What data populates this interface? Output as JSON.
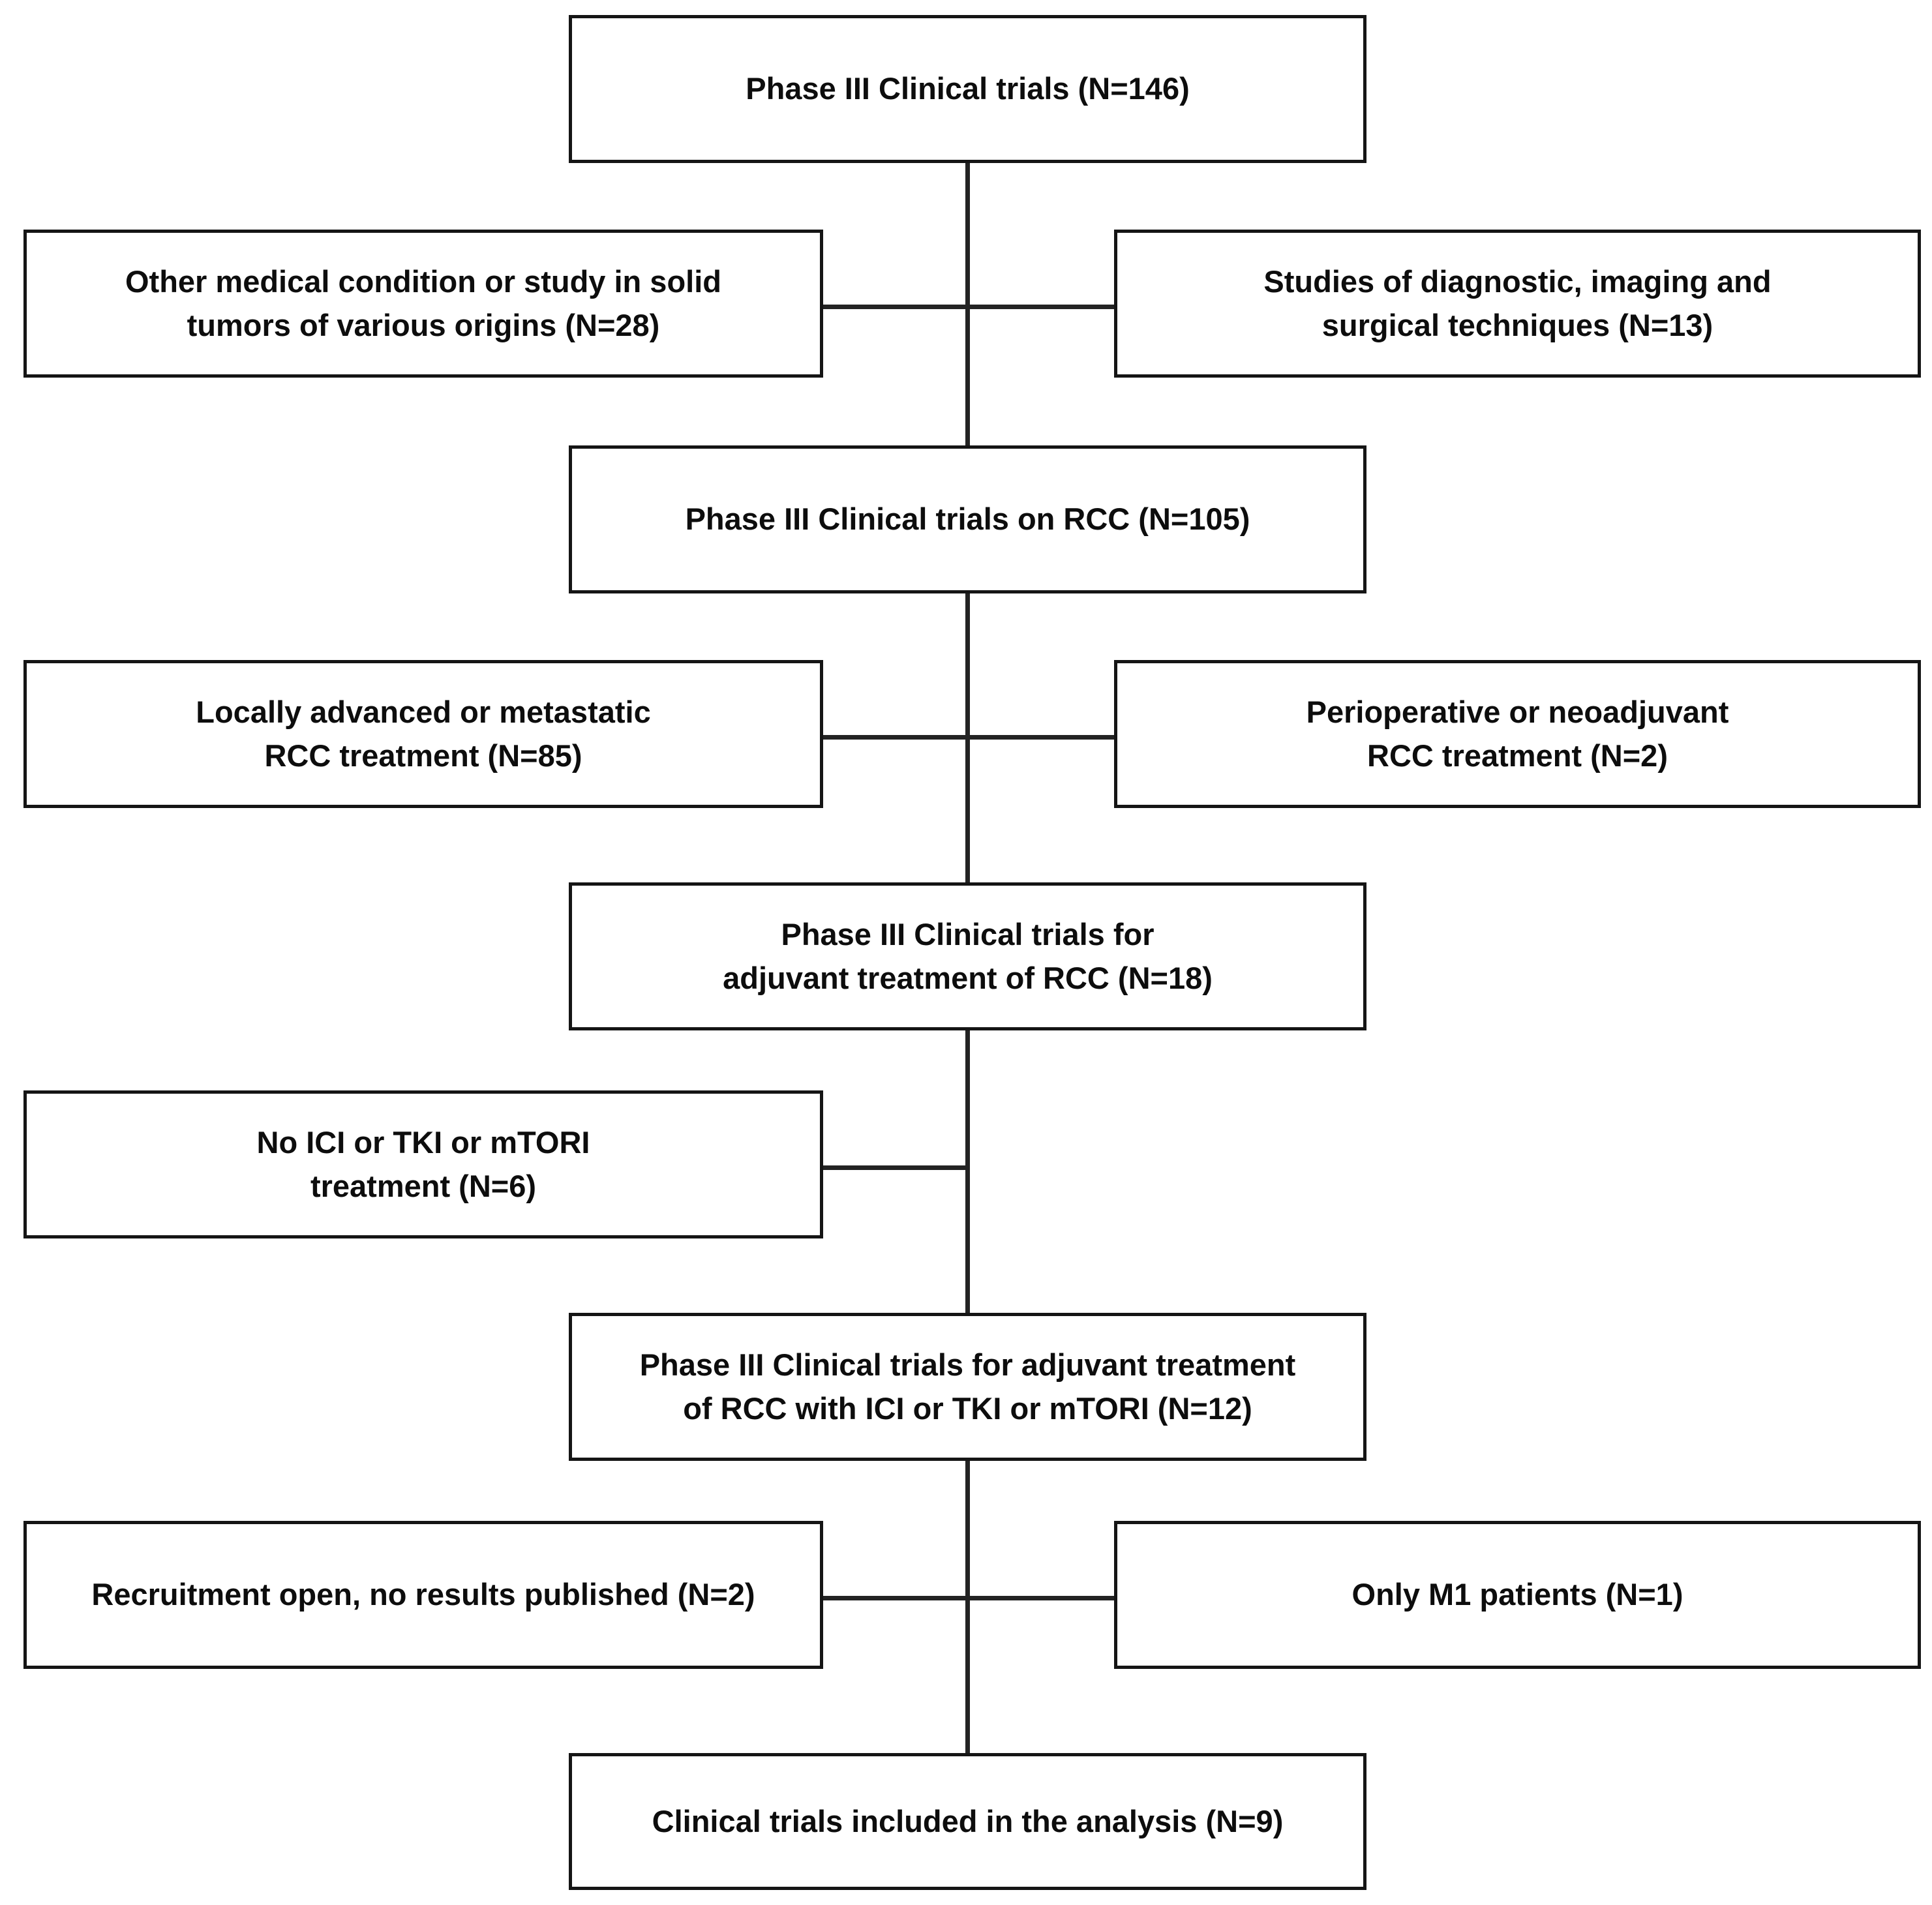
{
  "diagram": {
    "title": "Phase III clinical trial selection flow",
    "type": "flowchart",
    "colors": {
      "box_border": "#151515",
      "box_fill": "#ffffff",
      "connector": "#232323",
      "text": "#0d0d0d"
    },
    "nodes": [
      {
        "id": "n1",
        "role": "main",
        "label": "Phase III Clinical trials (N=146)",
        "count": 146
      },
      {
        "id": "x1a",
        "role": "exclusion-left",
        "label": "Other medical condition or study in solid\ntumors of various origins (N=28)",
        "count": 28
      },
      {
        "id": "x1b",
        "role": "exclusion-right",
        "label": "Studies of diagnostic, imaging and\nsurgical techniques (N=13)",
        "count": 13
      },
      {
        "id": "n2",
        "role": "main",
        "label": "Phase III Clinical trials on RCC (N=105)",
        "count": 105
      },
      {
        "id": "x2a",
        "role": "exclusion-left",
        "label": "Locally advanced or metastatic\nRCC treatment (N=85)",
        "count": 85
      },
      {
        "id": "x2b",
        "role": "exclusion-right",
        "label": "Perioperative or neoadjuvant\nRCC treatment (N=2)",
        "count": 2
      },
      {
        "id": "n3",
        "role": "main",
        "label": "Phase III Clinical trials for\nadjuvant treatment of RCC (N=18)",
        "count": 18
      },
      {
        "id": "x3a",
        "role": "exclusion-left",
        "label": "No ICI or TKI or mTORI\ntreatment (N=6)",
        "count": 6
      },
      {
        "id": "n4",
        "role": "main",
        "label": "Phase III Clinical trials  for adjuvant treatment\nof RCC with ICI or TKI or mTORI (N=12)",
        "count": 12
      },
      {
        "id": "x4a",
        "role": "exclusion-left",
        "label": "Recruitment open, no results published (N=2)",
        "count": 2
      },
      {
        "id": "x4b",
        "role": "exclusion-right",
        "label": "Only M1 patients (N=1)",
        "count": 1
      },
      {
        "id": "n5",
        "role": "main",
        "label": "Clinical trials included in the analysis (N=9)",
        "count": 9
      }
    ]
  }
}
